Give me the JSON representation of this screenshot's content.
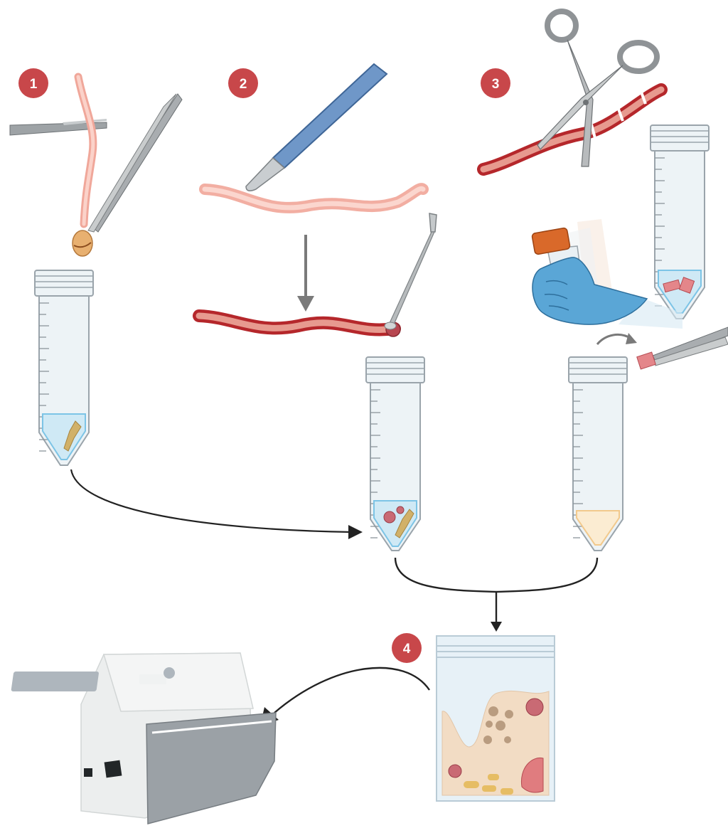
{
  "steps": [
    {
      "number": "1"
    },
    {
      "number": "2"
    },
    {
      "number": "3"
    },
    {
      "number": "4"
    }
  ],
  "colors": {
    "badge": "#c8474a",
    "tissue_light": "#f2aea2",
    "tissue_dark": "#b5272b",
    "tube_fill": "#edf3f6",
    "tube_outline": "#9aa4ab",
    "liquid": "#cfe9f5",
    "liquid_outline": "#7cc4e6",
    "scalpel": "#6f97c8",
    "glove": "#5aa6d6",
    "cap": "#d9692a",
    "arrow": "#222222",
    "arrow_gray": "#7a7a7a",
    "bag_content": "#f2dcc4",
    "machine": "#eceeee"
  },
  "icons": [
    "forceps-icon",
    "scalpel-icon",
    "scissors-icon",
    "spatula-icon",
    "tube-icon",
    "gloved-hand-icon",
    "bag-icon",
    "homogenizer-icon"
  ]
}
